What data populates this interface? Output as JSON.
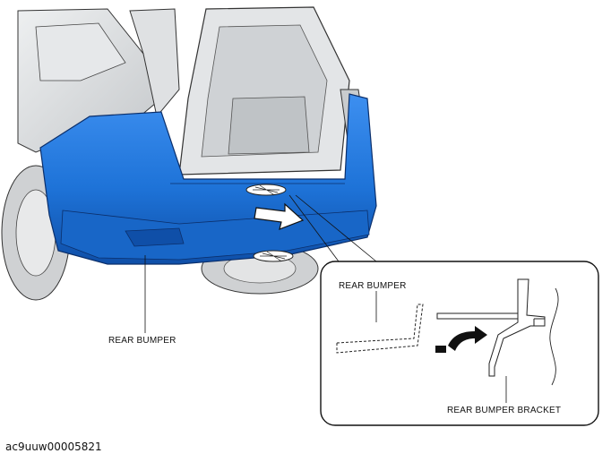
{
  "diagram": {
    "labels": {
      "rear_bumper_main": "REAR BUMPER",
      "rear_bumper_detail": "REAR BUMPER",
      "rear_bumper_bracket": "REAR BUMPER BRACKET"
    },
    "reference_code": "ac9uuw00005821",
    "colors": {
      "bumper": "#1e73d8",
      "bumper_dark": "#0f4fa8",
      "body": "#d6d8da",
      "outline": "#222222"
    }
  }
}
